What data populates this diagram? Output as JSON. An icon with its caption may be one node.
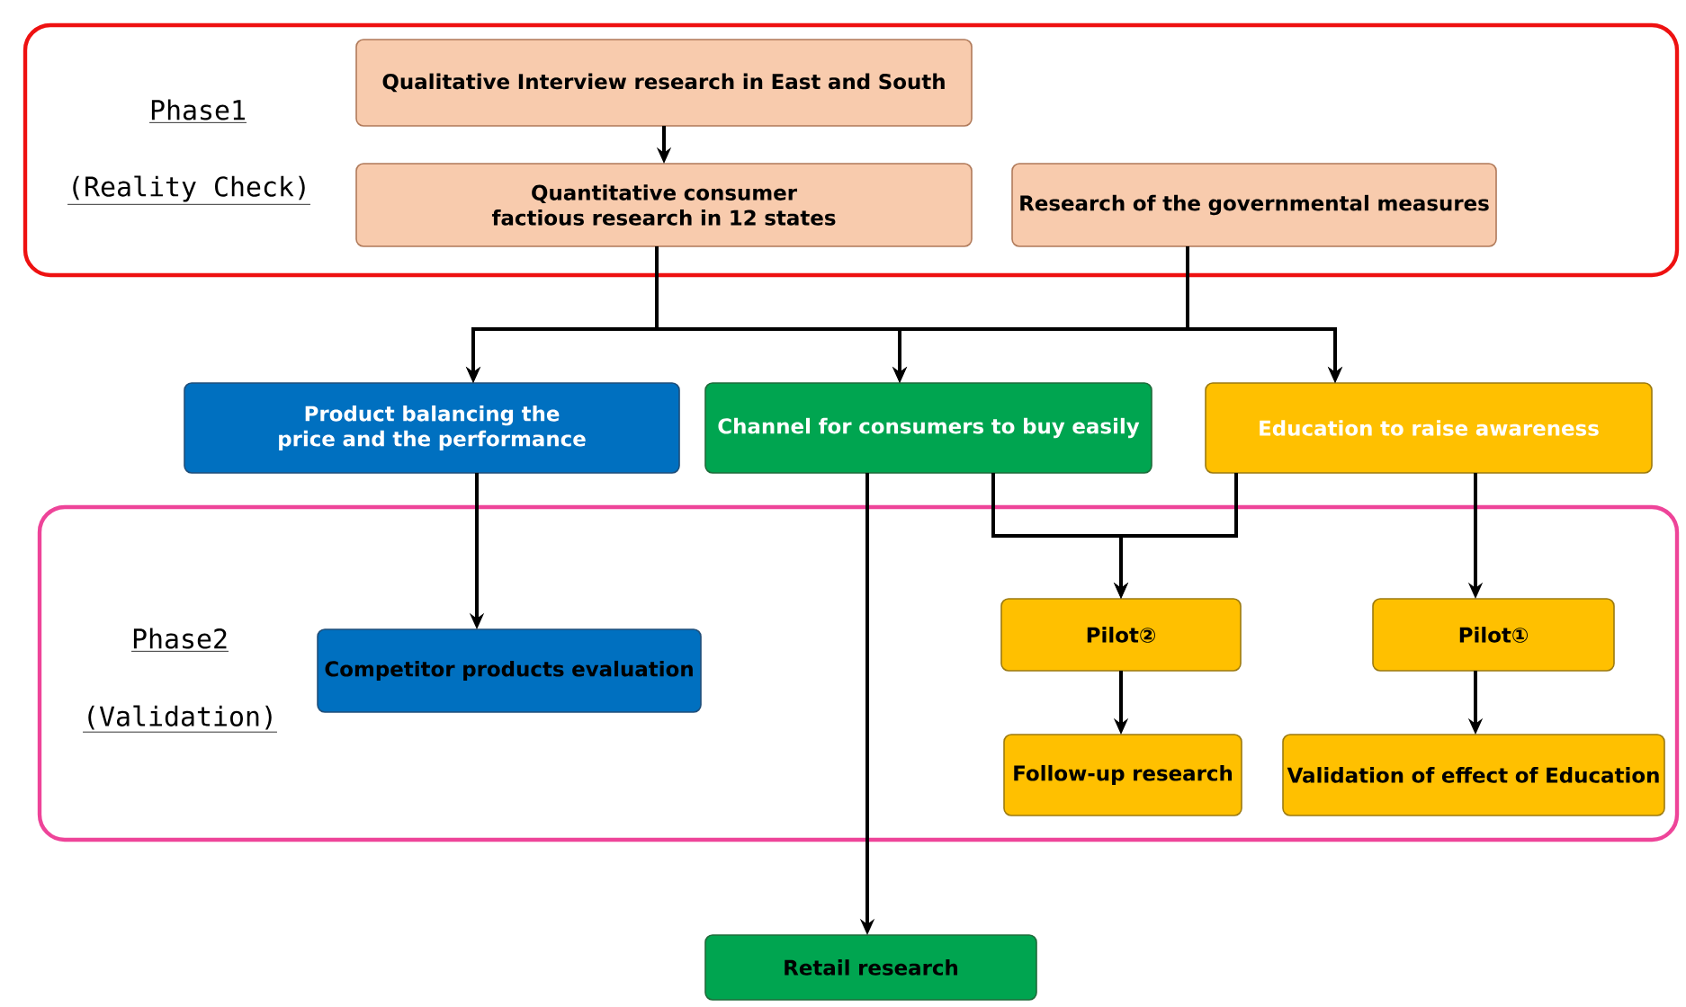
{
  "diagram": {
    "nodes": [
      {
        "text": [
          "Phase1",
          "(Reality Check)"
        ]
      },
      {
        "text": [
          "Qualitative Interview research in East and South"
        ],
        "in": 0
      },
      {
        "text": [
          "Quantitative consumer factious research in 12 states"
        ],
        "in": 0
      },
      {
        "text": [
          "Research of the governmental measures"
        ],
        "in": 0
      },
      {
        "text": [
          "Product balancing the price and the performance"
        ]
      },
      {
        "text": [
          "Channel for consumers to buy easily"
        ]
      },
      {
        "text": [
          "Education to raise awareness"
        ]
      },
      {
        "text": [
          "Phase2",
          "(Validation)"
        ]
      },
      {
        "text": [
          "Competitor products evaluation"
        ],
        "in": 7
      },
      {
        "text": [
          "Pilot②"
        ],
        "in": 7
      },
      {
        "text": [
          "Pilot①"
        ],
        "in": 7
      },
      {
        "text": [
          "Follow-up research"
        ],
        "in": 7
      },
      {
        "text": [
          "Validation of effect of Education"
        ],
        "in": 7
      },
      {
        "text": [
          "Retail research"
        ]
      }
    ],
    "edges": [
      {
        "from": 1,
        "to": 2,
        "arrow": "to"
      },
      {
        "from": 2,
        "to": 4,
        "arrow": "to"
      },
      {
        "from": 2,
        "to": 5,
        "arrow": "to"
      },
      {
        "from": 2,
        "to": 6,
        "arrow": "to"
      },
      {
        "from": 3,
        "to": 4,
        "arrow": "to"
      },
      {
        "from": 3,
        "to": 5,
        "arrow": "to"
      },
      {
        "from": 3,
        "to": 6,
        "arrow": "to"
      },
      {
        "from": 4,
        "to": 8,
        "arrow": "to"
      },
      {
        "from": 5,
        "to": 13,
        "arrow": "to"
      },
      {
        "from": 5,
        "to": 9,
        "arrow": "to"
      },
      {
        "from": 6,
        "to": 9,
        "arrow": "to"
      },
      {
        "from": 6,
        "to": 10,
        "arrow": "to"
      },
      {
        "from": 9,
        "to": 11,
        "arrow": "to"
      },
      {
        "from": 10,
        "to": 12,
        "arrow": "to"
      }
    ]
  }
}
